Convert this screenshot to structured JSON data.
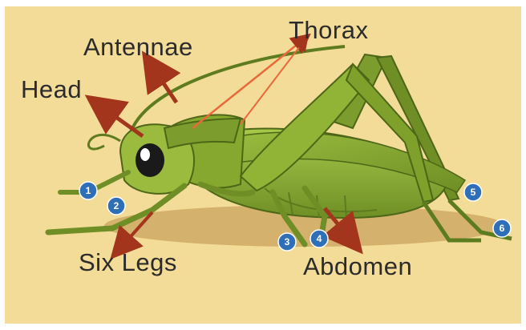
{
  "labels": {
    "thorax": "Thorax",
    "antennae": "Antennae",
    "head": "Head",
    "six_legs": "Six Legs",
    "abdomen": "Abdomen"
  },
  "leg_markers": [
    "1",
    "2",
    "3",
    "4",
    "5",
    "6"
  ],
  "colors": {
    "background": "#f3dc98",
    "body_green": "#8db036",
    "dark_green": "#5d7b1f",
    "arrow": "#a3351c",
    "marker": "#2f6fb8",
    "shadow": "#c9a35f"
  }
}
